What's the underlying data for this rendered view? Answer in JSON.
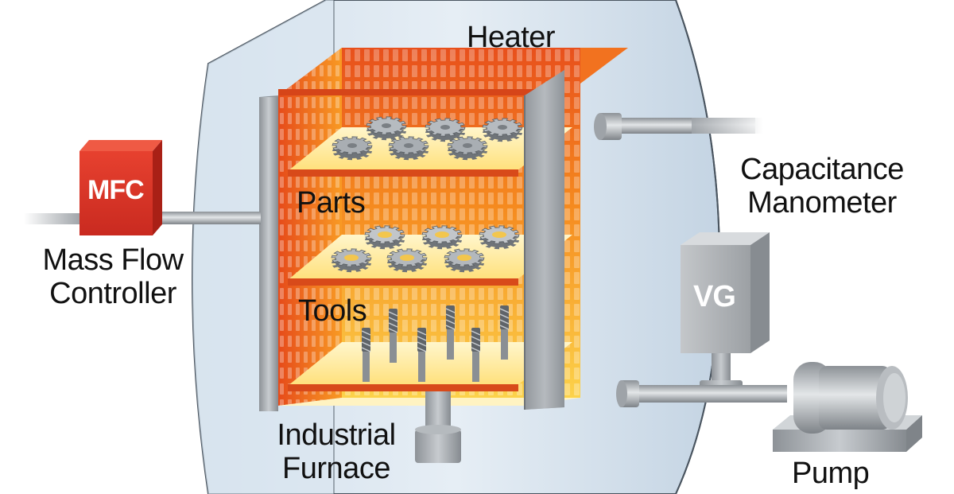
{
  "labels": {
    "heater": "Heater",
    "parts": "Parts",
    "tools": "Tools",
    "industrial_furnace": [
      "Industrial",
      "Furnace"
    ],
    "mass_flow_controller": [
      "Mass Flow",
      "Controller"
    ],
    "capacitance_manometer": [
      "Capacitance",
      "Manometer"
    ],
    "pump": "Pump"
  },
  "device_text": {
    "mfc": "MFC",
    "vg": "VG"
  },
  "colors": {
    "heater_hot": "#e8501c",
    "heater_warm": "#f7a21a",
    "heater_light": "#ffe38a",
    "mfc_red": "#e2382a",
    "chamber_blue": "#c9d8e6",
    "metal_gray": "#9ea3a8"
  }
}
